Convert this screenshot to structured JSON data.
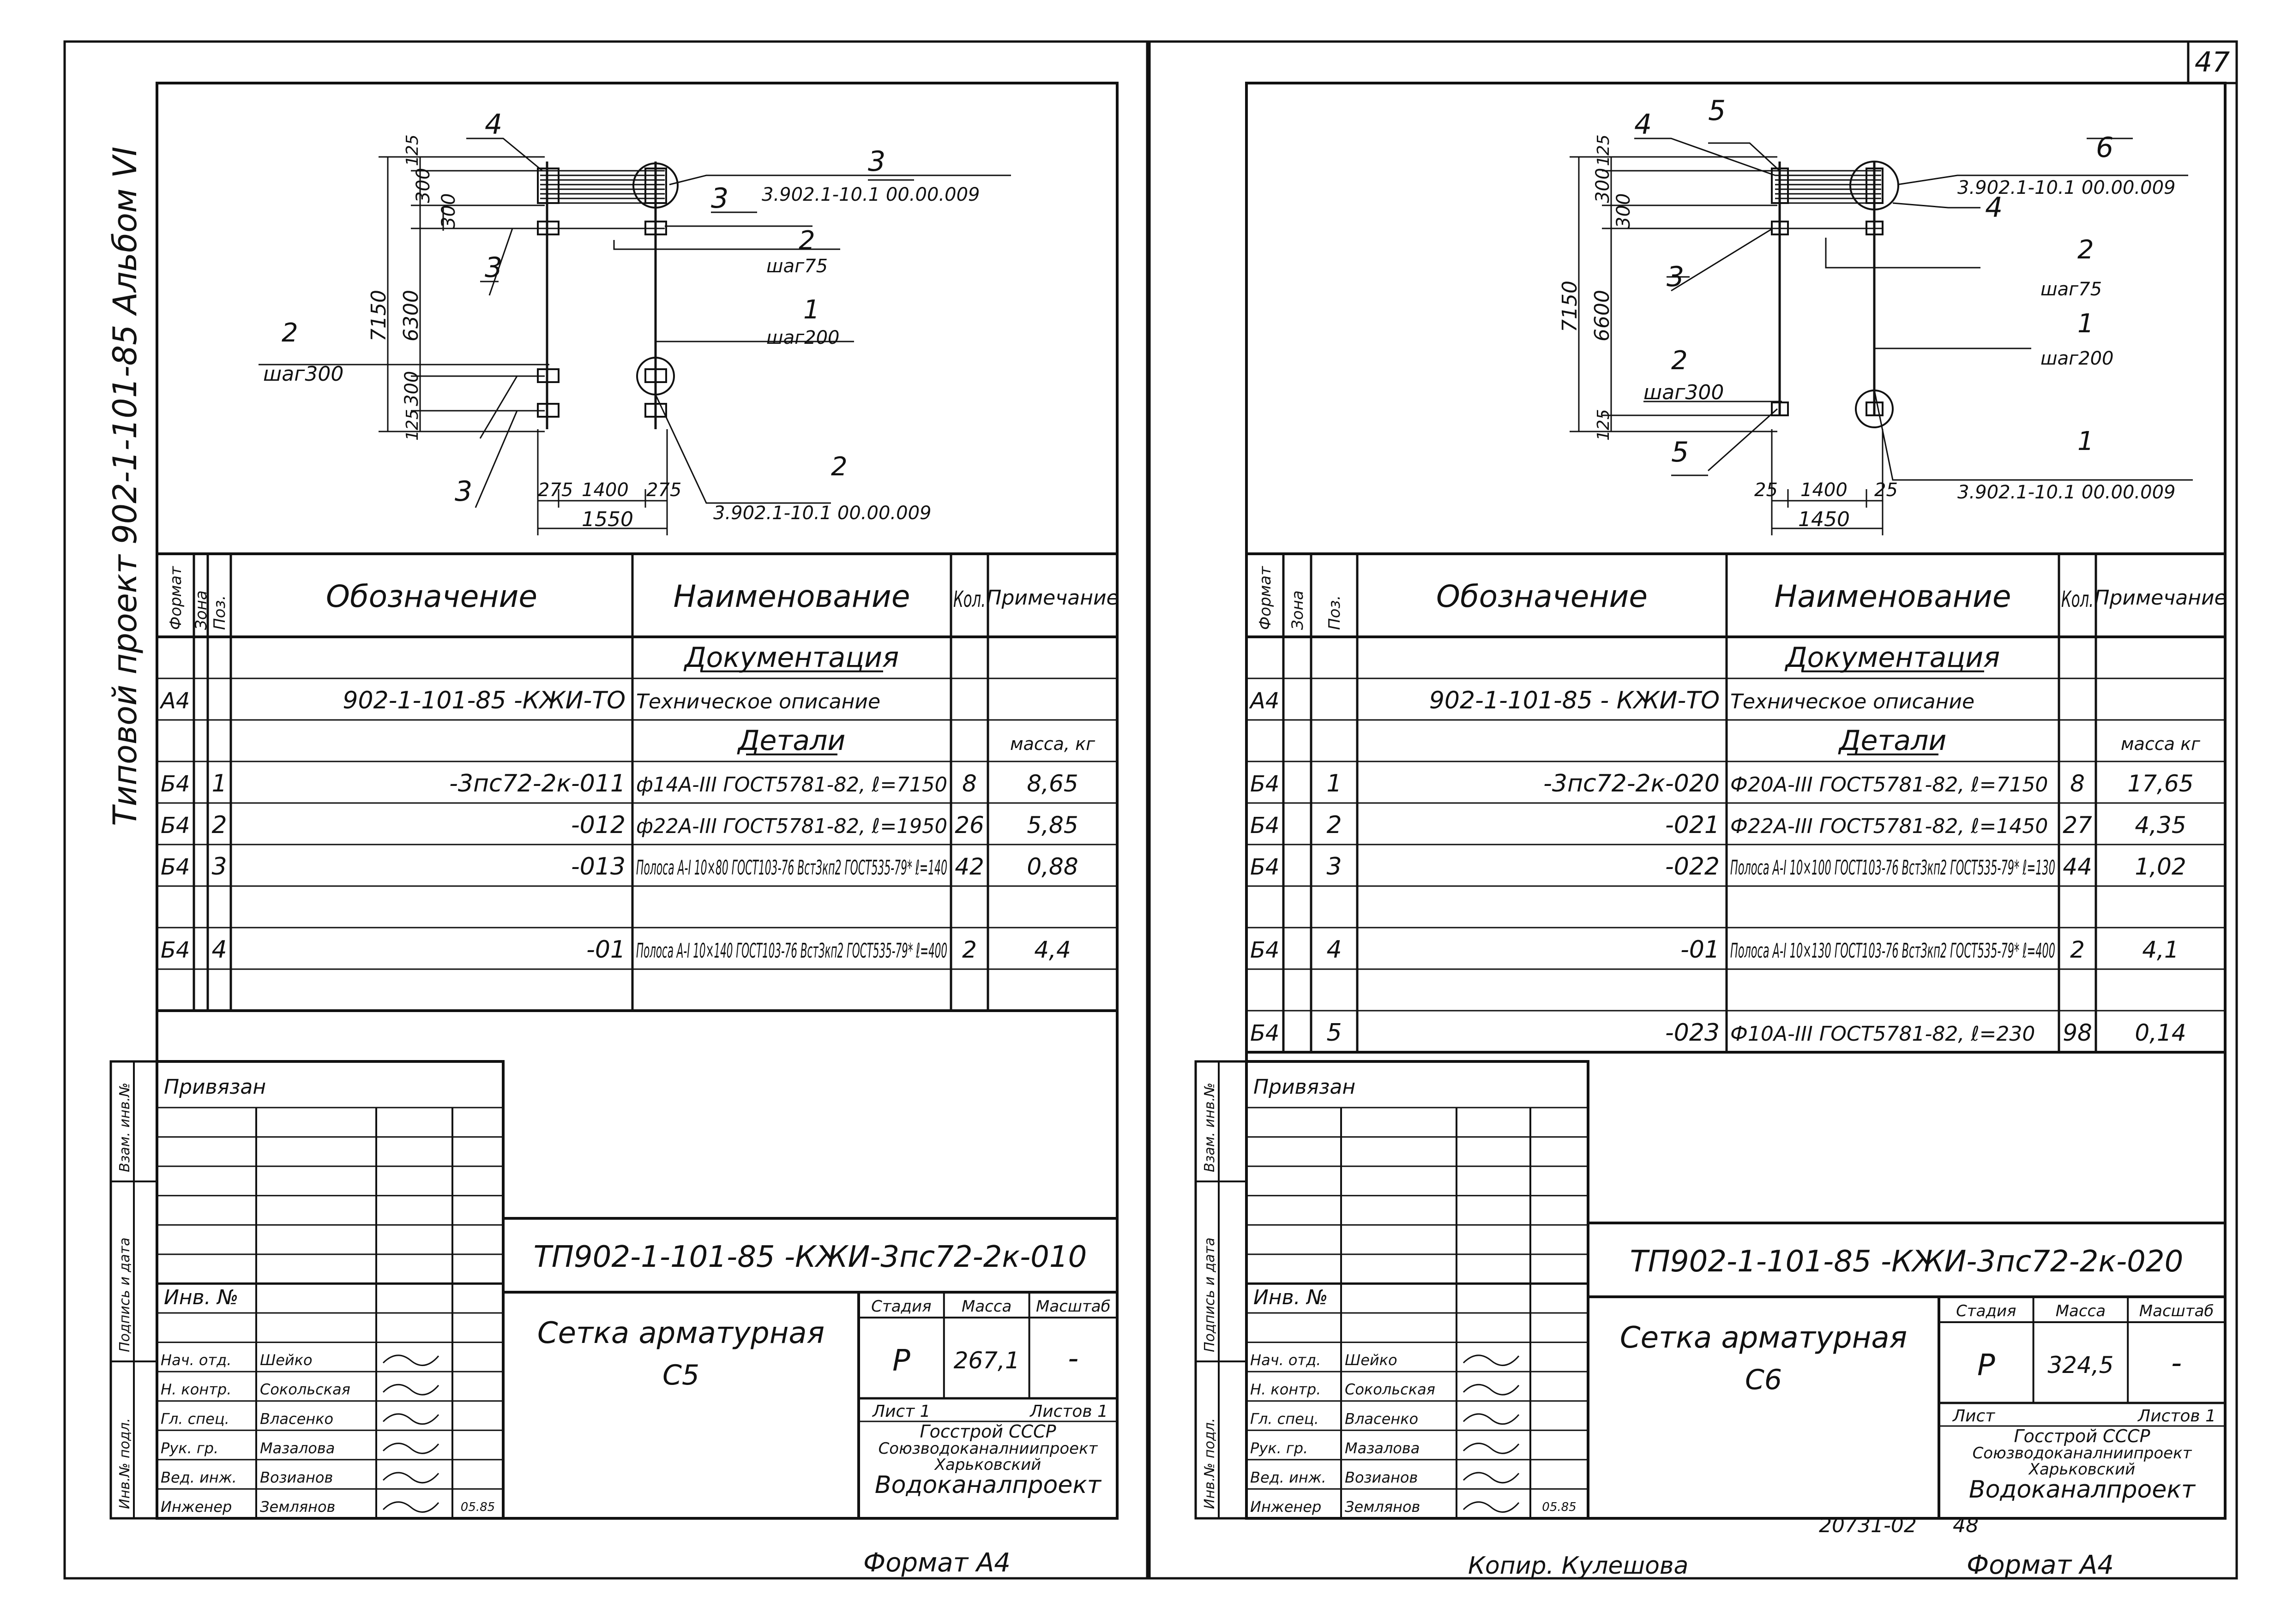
{
  "page_number": "47",
  "side_title": "Типовой проект 902-1-101-85 Альбом VI",
  "bottom": {
    "format_left": "Формат А4",
    "copy": "Копир. Кулешова",
    "code": "20731-02",
    "code_num": "48",
    "format_right": "Формат А4"
  },
  "headers": {
    "format": "Формат",
    "zone": "Зона",
    "pos": "Поз.",
    "designation": "Обозначение",
    "name": "Наименование",
    "qty": "Кол.",
    "note": "Примечание"
  },
  "stamp_side": {
    "vzam": "Взам. инв.№",
    "podpis": "Подпись и дата",
    "inv": "Инв.№ подл."
  },
  "left": {
    "drawing": {
      "dims_v": [
        "7150",
        "125",
        "300",
        "300",
        "6300",
        "300",
        "125"
      ],
      "dims_h": [
        "275",
        "1400",
        "275",
        "1550"
      ],
      "callouts": {
        "n4": "4",
        "n3a": "3",
        "n3b": "3",
        "n3c": "3",
        "n3d": "3",
        "n2a": "2",
        "n2b": "2",
        "n2c": "2",
        "n1": "1"
      },
      "labels": {
        "ref_top": "3.902.1-10.1 00.00.009",
        "step75": "шаг75",
        "step200": "шаг200",
        "step300": "шаг300",
        "ref_bottom": "3.902.1-10.1 00.00.009"
      }
    },
    "table": [
      {
        "format": "",
        "zone": "",
        "pos": "",
        "designation": "",
        "name": "Документация",
        "qty": "",
        "note": ""
      },
      {
        "format": "А4",
        "zone": "",
        "pos": "",
        "designation": "902-1-101-85 -КЖИ-ТО",
        "name": "Техническое описание",
        "qty": "",
        "note": ""
      },
      {
        "format": "",
        "zone": "",
        "pos": "",
        "designation": "",
        "name": "Детали",
        "qty": "",
        "note": "масса, кг"
      },
      {
        "format": "Б4",
        "zone": "",
        "pos": "1",
        "designation": "-3пс72-2к-011",
        "name": "ф14А-III ГОСТ5781-82, ℓ=7150",
        "qty": "8",
        "note": "8,65"
      },
      {
        "format": "Б4",
        "zone": "",
        "pos": "2",
        "designation": "-012",
        "name": "ф22А-III ГОСТ5781-82, ℓ=1950",
        "qty": "26",
        "note": "5,85"
      },
      {
        "format": "Б4",
        "zone": "",
        "pos": "3",
        "designation": "-013",
        "name": "Полоса А-I 10×80 ГОСТ103-76 ВстЗкп2 ГОСТ535-79* ℓ=140",
        "qty": "42",
        "note": "0,88"
      },
      {
        "format": "",
        "zone": "",
        "pos": "",
        "designation": "",
        "name": "",
        "qty": "",
        "note": ""
      },
      {
        "format": "Б4",
        "zone": "",
        "pos": "4",
        "designation": "-01",
        "name": "Полоса А-I 10×140 ГОСТ103-76 ВстЗкп2 ГОСТ535-79* ℓ=400",
        "qty": "2",
        "note": "4,4"
      },
      {
        "format": "",
        "zone": "",
        "pos": "",
        "designation": "",
        "name": "",
        "qty": "",
        "note": ""
      }
    ],
    "stamp": {
      "privyazan": "Привязан",
      "inv_no": "Инв. №",
      "code": "ТП902-1-101-85 -КЖИ-3пс72-2к-010",
      "title1": "Сетка арматурная",
      "title2": "С5",
      "stage_h": "Стадия",
      "mass_h": "Масса",
      "scale_h": "Масштаб",
      "stage": "Р",
      "mass": "267,1",
      "scale": "-",
      "sheet": "Лист 1",
      "sheets": "Листов 1",
      "org1": "Госстрой СССР",
      "org2": "Союзводоканалниипроект",
      "org3": "Харьковский",
      "org4": "Водоканалпроект",
      "roles": [
        "Нач. отд.",
        "Н. контр.",
        "Гл. спец.",
        "Рук. гр.",
        "Вед. инж.",
        "Инженер"
      ],
      "names": [
        "Шейко",
        "Сокольская",
        "Власенко",
        "Мазалова",
        "Возианов",
        "Землянов"
      ],
      "date": "05.85"
    }
  },
  "right": {
    "drawing": {
      "dims_v": [
        "7150",
        "125",
        "300",
        "300",
        "6600",
        "125"
      ],
      "dims_h": [
        "25",
        "1400",
        "25",
        "1450"
      ],
      "callouts": {
        "n4a": "4",
        "n5a": "5",
        "n6": "6",
        "n4b": "4",
        "n3": "3",
        "n2a": "2",
        "n2b": "2",
        "n5b": "5",
        "n1a": "1",
        "n1b": "1"
      },
      "labels": {
        "ref_top": "3.902.1-10.1 00.00.009",
        "step75": "шаг75",
        "step200": "шаг200",
        "step300": "шаг300",
        "ref_bottom": "3.902.1-10.1 00.00.009"
      }
    },
    "table": [
      {
        "format": "",
        "zone": "",
        "pos": "",
        "designation": "",
        "name": "Документация",
        "qty": "",
        "note": ""
      },
      {
        "format": "А4",
        "zone": "",
        "pos": "",
        "designation": "902-1-101-85 - КЖИ-ТО",
        "name": "Техническое описание",
        "qty": "",
        "note": ""
      },
      {
        "format": "",
        "zone": "",
        "pos": "",
        "designation": "",
        "name": "Детали",
        "qty": "",
        "note": "масса кг"
      },
      {
        "format": "Б4",
        "zone": "",
        "pos": "1",
        "designation": "-3пс72-2к-020",
        "name": "Ф20А-III ГОСТ5781-82, ℓ=7150",
        "qty": "8",
        "note": "17,65"
      },
      {
        "format": "Б4",
        "zone": "",
        "pos": "2",
        "designation": "-021",
        "name": "Ф22А-III ГОСТ5781-82, ℓ=1450",
        "qty": "27",
        "note": "4,35"
      },
      {
        "format": "Б4",
        "zone": "",
        "pos": "3",
        "designation": "-022",
        "name": "Полоса А-I 10×100 ГОСТ103-76 ВстЗкп2 ГОСТ535-79* ℓ=130",
        "qty": "44",
        "note": "1,02"
      },
      {
        "format": "",
        "zone": "",
        "pos": "",
        "designation": "",
        "name": "",
        "qty": "",
        "note": ""
      },
      {
        "format": "Б4",
        "zone": "",
        "pos": "4",
        "designation": "-01",
        "name": "Полоса А-I 10×130 ГОСТ103-76 ВстЗкп2 ГОСТ535-79* ℓ=400",
        "qty": "2",
        "note": "4,1"
      },
      {
        "format": "",
        "zone": "",
        "pos": "",
        "designation": "",
        "name": "",
        "qty": "",
        "note": ""
      },
      {
        "format": "Б4",
        "zone": "",
        "pos": "5",
        "designation": "-023",
        "name": "Ф10А-III ГОСТ5781-82, ℓ=230",
        "qty": "98",
        "note": "0,14"
      }
    ],
    "stamp": {
      "privyazan": "Привязан",
      "inv_no": "Инв. №",
      "code": "ТП902-1-101-85 -КЖИ-3пс72-2к-020",
      "title1": "Сетка арматурная",
      "title2": "С6",
      "stage_h": "Стадия",
      "mass_h": "Масса",
      "scale_h": "Масштаб",
      "stage": "Р",
      "mass": "324,5",
      "scale": "-",
      "sheet": "Лист",
      "sheets": "Листов 1",
      "org1": "Госстрой СССР",
      "org2": "Союзводоканалниипроект",
      "org3": "Харьковский",
      "org4": "Водоканалпроект",
      "roles": [
        "Нач. отд.",
        "Н. контр.",
        "Гл. спец.",
        "Рук. гр.",
        "Вед. инж.",
        "Инженер"
      ],
      "names": [
        "Шейко",
        "Сокольская",
        "Власенко",
        "Мазалова",
        "Возианов",
        "Землянов"
      ],
      "date": "05.85"
    }
  }
}
